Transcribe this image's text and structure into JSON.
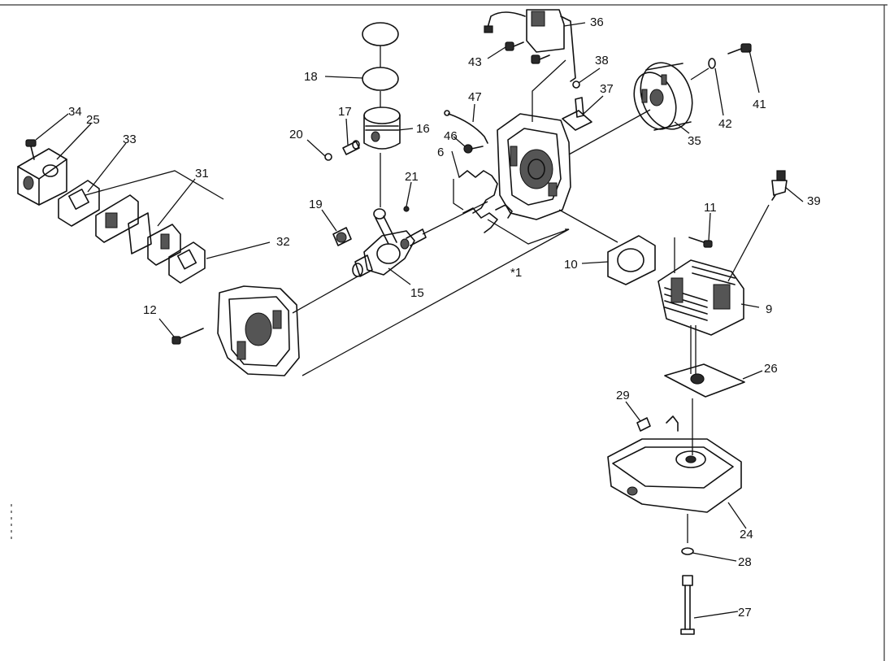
{
  "diagram": {
    "callouts": {
      "c34": "34",
      "c25": "25",
      "c33": "33",
      "c31": "31",
      "c32": "32",
      "c12": "12",
      "c19": "19",
      "c20": "20",
      "c17": "17",
      "c18": "18",
      "c16": "16",
      "c21": "21",
      "c15": "15",
      "c6": "6",
      "c46": "46",
      "c47": "47",
      "c43": "43",
      "c36": "36",
      "c38": "38",
      "c37": "37",
      "c35": "35",
      "c42": "42",
      "c41": "41",
      "c39": "39",
      "c11": "11",
      "c10": "10",
      "c9": "9",
      "c26": "26",
      "c29": "29",
      "c24": "24",
      "c28": "28",
      "c27": "27",
      "cstar1": "*1"
    }
  }
}
